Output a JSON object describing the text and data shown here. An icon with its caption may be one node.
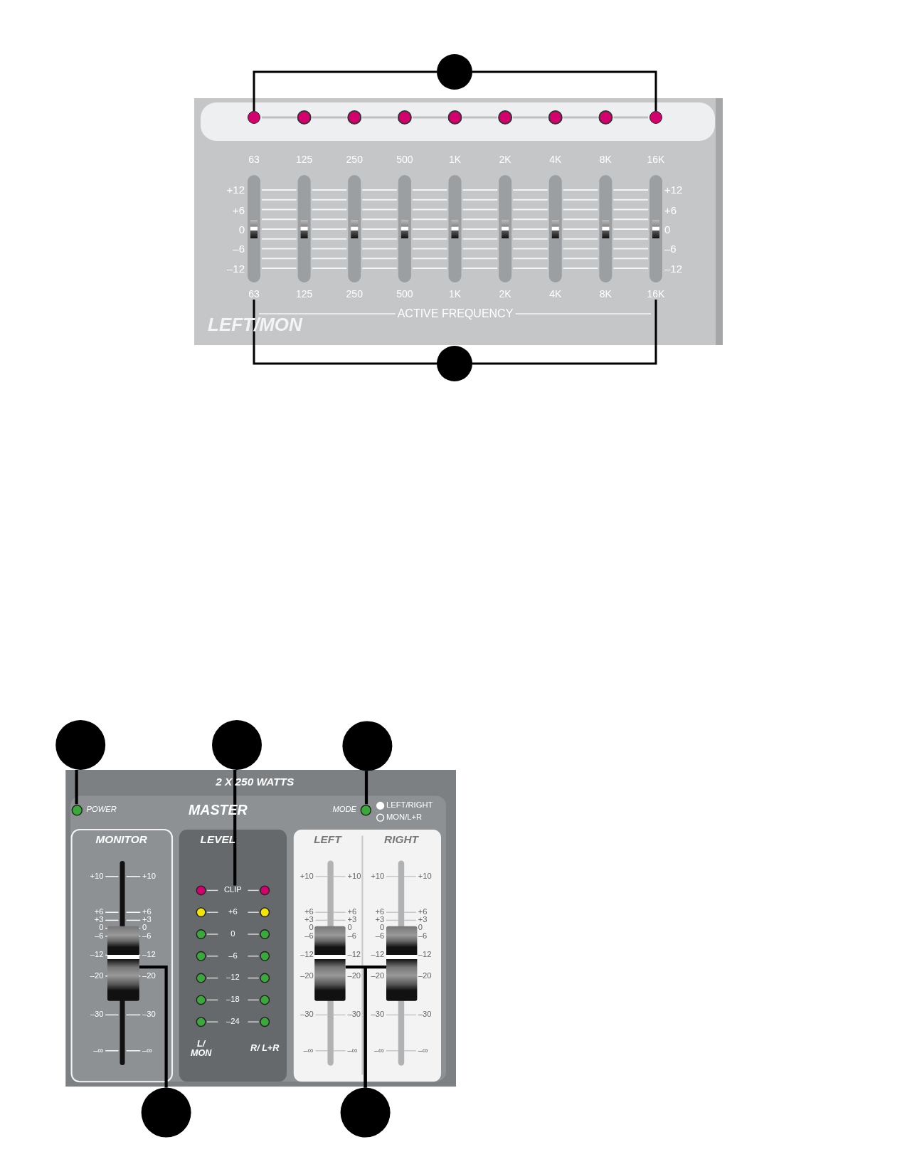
{
  "diagram": {
    "nodes": [
      {
        "text": [],
        "shape": "circle"
      },
      {
        "text": [],
        "shape": "circle"
      },
      {
        "text": [],
        "shape": "circle"
      },
      {
        "text": [
          "63"
        ]
      },
      {
        "text": [
          "16K"
        ]
      },
      {
        "text": [],
        "shape": "circle"
      },
      {
        "text": [],
        "shape": "circle"
      },
      {
        "text": [],
        "shape": "circle"
      },
      {
        "text": [],
        "shape": "circle"
      },
      {
        "text": [],
        "shape": "circle"
      },
      {
        "text": [
          "CLIP"
        ]
      },
      {
        "text": [],
        "shape": "circle"
      },
      {
        "text": [],
        "shape": "box"
      },
      {
        "text": [],
        "shape": "box"
      },
      {
        "text": [],
        "shape": "box"
      },
      {
        "text": [],
        "shape": "circle"
      },
      {
        "text": [],
        "shape": "circle"
      }
    ],
    "edges": [
      {
        "from": 0,
        "to": 1,
        "arrow": "none"
      },
      {
        "from": 0,
        "to": 2,
        "arrow": "none"
      },
      {
        "from": 5,
        "to": 3,
        "arrow": "none"
      },
      {
        "from": 5,
        "to": 4,
        "arrow": "none"
      },
      {
        "from": 6,
        "to": 9,
        "arrow": "none"
      },
      {
        "from": 7,
        "to": 10,
        "arrow": "none"
      },
      {
        "from": 8,
        "to": 11,
        "arrow": "none"
      },
      {
        "from": 15,
        "to": 12,
        "arrow": "none"
      },
      {
        "from": 16,
        "to": 13,
        "arrow": "none"
      },
      {
        "from": 16,
        "to": 14,
        "arrow": "none"
      }
    ],
    "labels": [
      "63",
      "125",
      "250",
      "500",
      "1K",
      "2K",
      "4K",
      "8K",
      "16K",
      "+12",
      "+12",
      "+6",
      "+6",
      "0",
      "0",
      "–6",
      "–6",
      "–12",
      "–12",
      "125",
      "250",
      "500",
      "1K",
      "2K",
      "4K",
      "8K",
      "ACTIVE FREQUENCY",
      "LEFT/MON",
      "2 X 250 WATTS",
      "POWER",
      "MASTER",
      "MODE",
      "LEFT/RIGHT",
      "MON/L+R",
      "MONITOR",
      "LEVEL",
      "LEFT",
      "RIGHT",
      "+10",
      "+10",
      "+6",
      "+6",
      "+3",
      "+3",
      "0",
      "0",
      "–6",
      "–6",
      "–12",
      "–12",
      "–20",
      "–20",
      "–30",
      "–30",
      "–∞",
      "–∞",
      "+6",
      "0",
      "–6",
      "–12",
      "–18",
      "–24",
      "L/ MON",
      "R/ L+R",
      "+10",
      "+10",
      "+6",
      "+6",
      "+3",
      "+3",
      "0",
      "0",
      "–6",
      "–6",
      "–12",
      "–12",
      "–20",
      "–20",
      "–30",
      "–30",
      "–∞",
      "–∞",
      "+10",
      "+10",
      "+6",
      "+6",
      "+3",
      "+3",
      "0",
      "0",
      "–6",
      "–6",
      "–12",
      "–12",
      "–20",
      "–20",
      "–30",
      "–30",
      "–∞",
      "–∞"
    ]
  }
}
